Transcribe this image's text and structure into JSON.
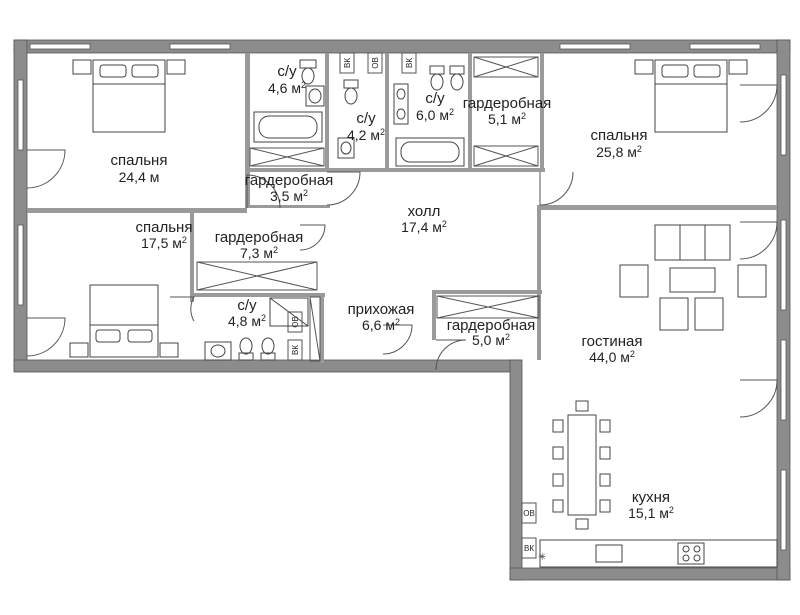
{
  "plan": {
    "rooms": [
      {
        "id": "bedroom-nw",
        "name": "спальня",
        "area": "24,4 м",
        "unit_sup": ""
      },
      {
        "id": "bath-1",
        "name": "с/у",
        "area": "4,6 м",
        "unit_sup": "2"
      },
      {
        "id": "bath-2",
        "name": "с/у",
        "area": "4,2 м",
        "unit_sup": "2"
      },
      {
        "id": "bath-3",
        "name": "с/у",
        "area": "6,0 м",
        "unit_sup": "2"
      },
      {
        "id": "wardrobe-ne",
        "name": "гардеробная",
        "area": "5,1 м",
        "unit_sup": "2"
      },
      {
        "id": "bedroom-ne",
        "name": "спальня",
        "area": "25,8 м",
        "unit_sup": "2"
      },
      {
        "id": "wardrobe-mid",
        "name": "гардеробная",
        "area": "3,5 м",
        "unit_sup": "2"
      },
      {
        "id": "hall",
        "name": "холл",
        "area": "17,4 м",
        "unit_sup": "2"
      },
      {
        "id": "bedroom-sw",
        "name": "спальня",
        "area": "17,5 м",
        "unit_sup": "2"
      },
      {
        "id": "wardrobe-sw",
        "name": "гардеробная",
        "area": "7,3 м",
        "unit_sup": "2"
      },
      {
        "id": "bath-4",
        "name": "с/у",
        "area": "4,8 м",
        "unit_sup": "2"
      },
      {
        "id": "entrance",
        "name": "прихожая",
        "area": "6,6 м",
        "unit_sup": "2"
      },
      {
        "id": "wardrobe-entry",
        "name": "гардеробная",
        "area": "5,0 м",
        "unit_sup": "2"
      },
      {
        "id": "living",
        "name": "гостиная",
        "area": "44,0 м",
        "unit_sup": "2"
      },
      {
        "id": "kitchen",
        "name": "кухня",
        "area": "15,1 м",
        "unit_sup": "2"
      }
    ],
    "labels": {
      "vk": "ВК",
      "ov": "ОВ"
    }
  }
}
